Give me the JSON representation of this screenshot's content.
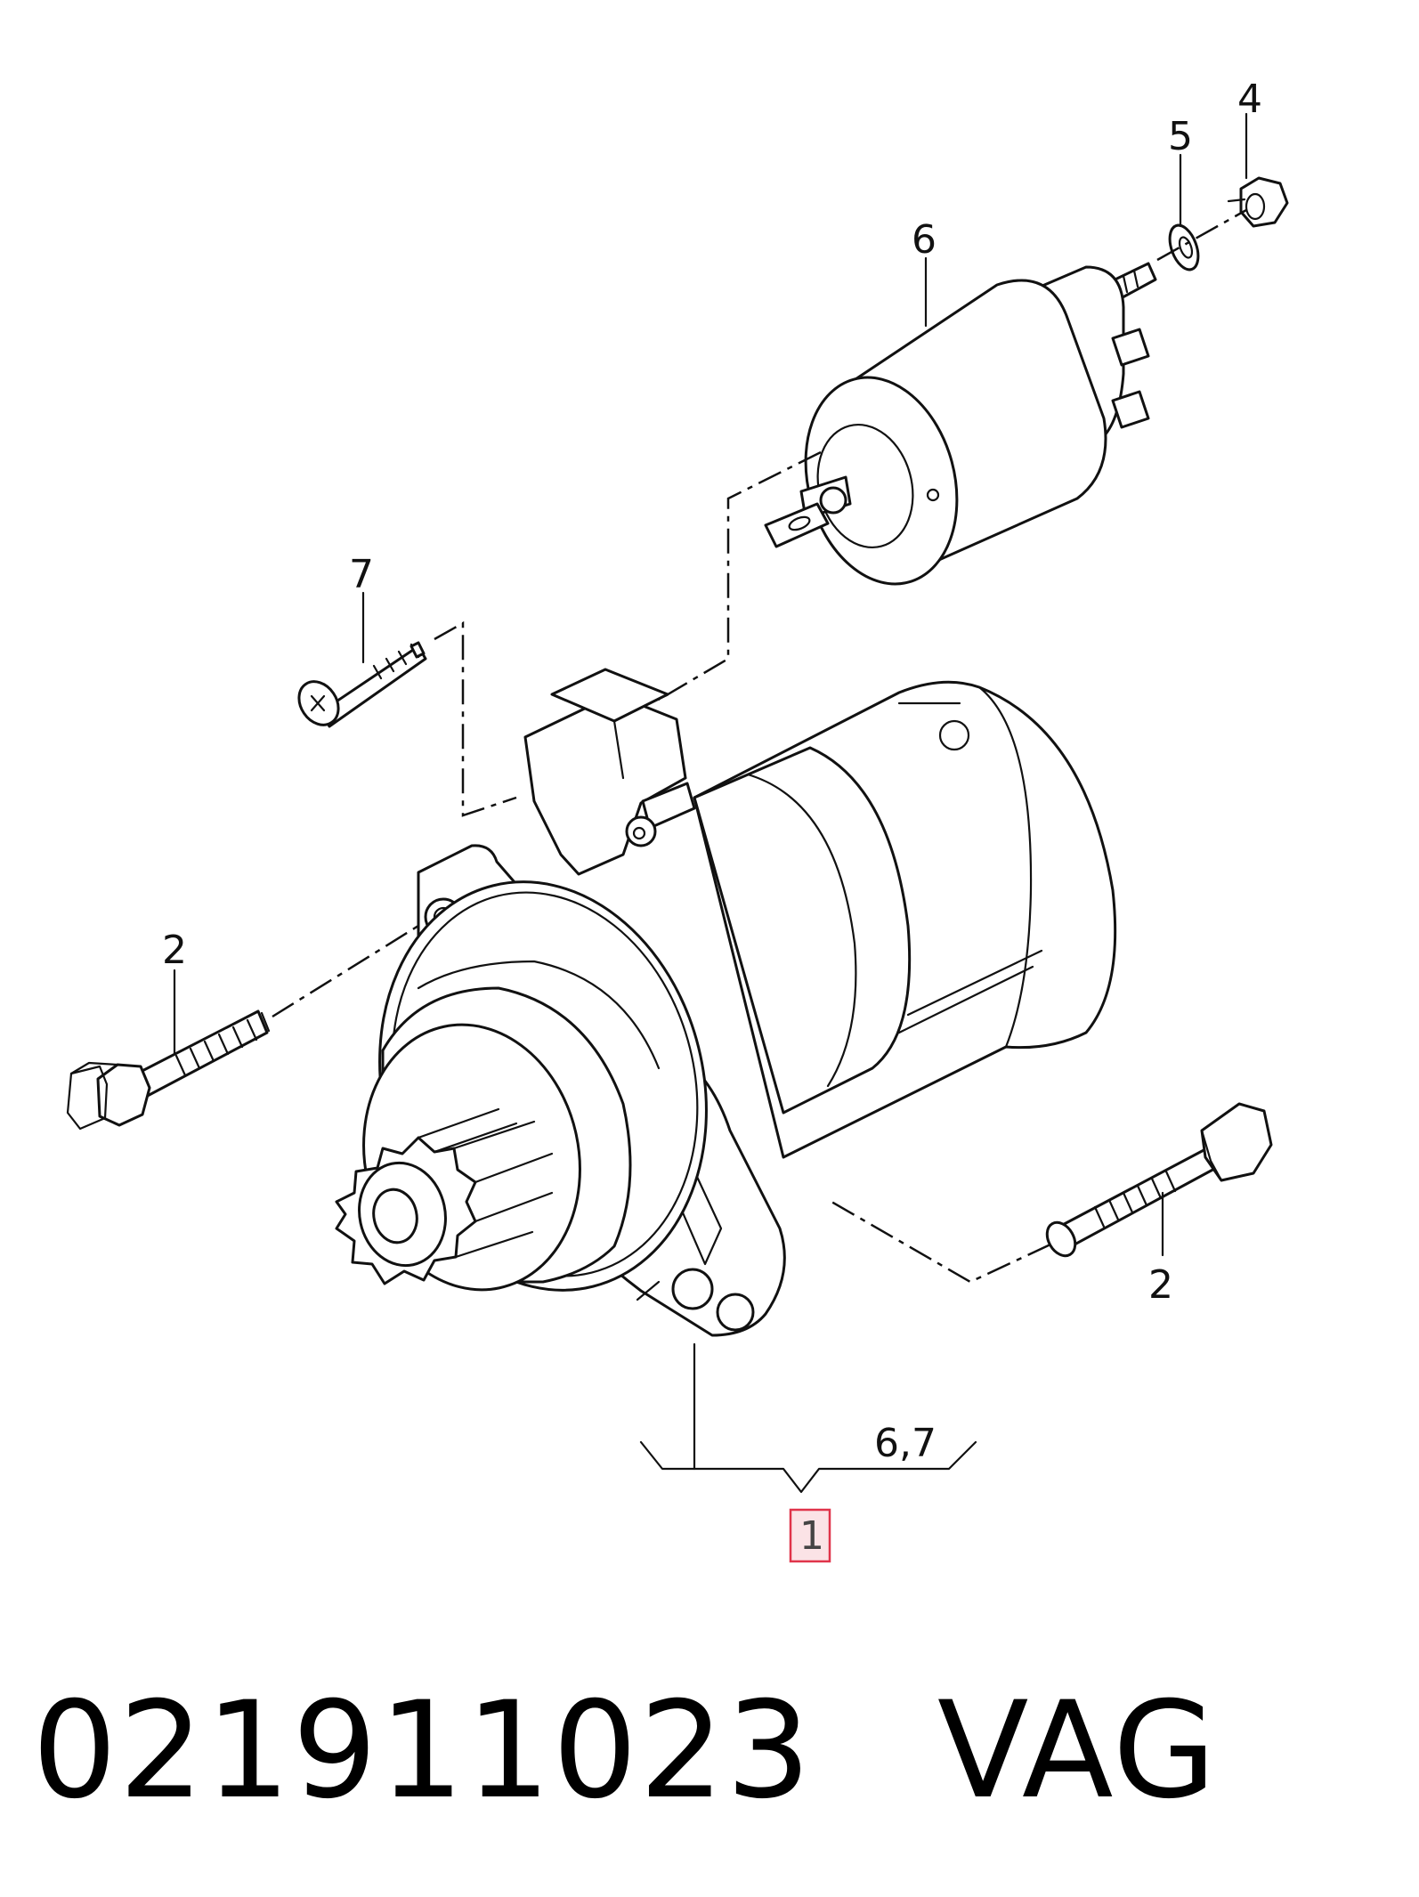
{
  "callouts": {
    "c4": "4",
    "c5": "5",
    "c6": "6",
    "c7": "7",
    "c2_left": "2",
    "c2_right": "2",
    "c67": "6,7",
    "c1": "1"
  },
  "highlight_color": "#e0344a",
  "highlight_fill": "#fbe3e6",
  "part_number": "021911023",
  "brand": "VAG"
}
